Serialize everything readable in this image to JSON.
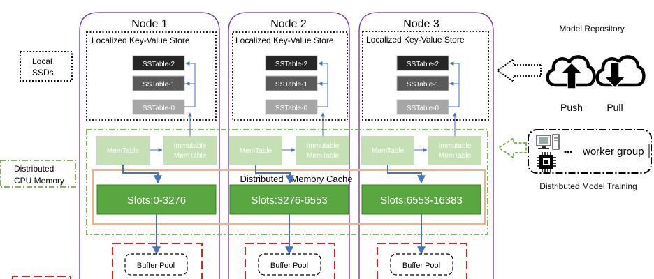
{
  "nodes": [
    {
      "title": "Node 1",
      "kv_store_label": "Localized Key-Value Store",
      "sstables": [
        "SSTable-2",
        "SSTable-1",
        "SSTable-0"
      ],
      "memtable": "MemTable",
      "immutable_line1": "Immutable",
      "immutable_line2": "MemTable",
      "slots": "Slots:0-3276",
      "buffer_pool": "Buffer Pool"
    },
    {
      "title": "Node 2",
      "kv_store_label": "Localized Key-Value Store",
      "sstables": [
        "SSTable-2",
        "SSTable-1",
        "SSTable-0"
      ],
      "memtable": "MemTable",
      "immutable_line1": "Immutable",
      "immutable_line2": "MemTable",
      "slots": "Slots:3276-6553",
      "buffer_pool": "Buffer Pool"
    },
    {
      "title": "Node 3",
      "kv_store_label": "Localized Key-Value Store",
      "sstables": [
        "SSTable-2",
        "SSTable-1",
        "SSTable-0"
      ],
      "memtable": "MemTable",
      "immutable_line1": "Immutable",
      "immutable_line2": "MemTable",
      "slots": "Slots:6553-16383",
      "buffer_pool": "Buffer Pool"
    }
  ],
  "legend": {
    "local_ssds_line1": "Local",
    "local_ssds_line2": "SSDs",
    "dist_cpu_line1": "Distributed",
    "dist_cpu_line2": "CPU Memory"
  },
  "memory_cache_label": "Distributed   Memory Cache",
  "model_repository": {
    "title": "Model Repository",
    "push": "Push",
    "pull": "Pull"
  },
  "training": {
    "worker_group": "worker group",
    "ellipsis": "•••",
    "caption": "Distributed Model Training"
  },
  "colors": {
    "node_border": "#7030a0",
    "sstable_dark": "#262626",
    "sstable_mid": "#595959",
    "sstable_light": "#a6a6a6",
    "memtable_fill": "#c5e0b4",
    "slot_fill": "#5aa640",
    "green_dash": "#70ad47",
    "cache_border": "#f4b183",
    "red_dash": "#e02020",
    "arrow_blue": "#4472c4"
  }
}
